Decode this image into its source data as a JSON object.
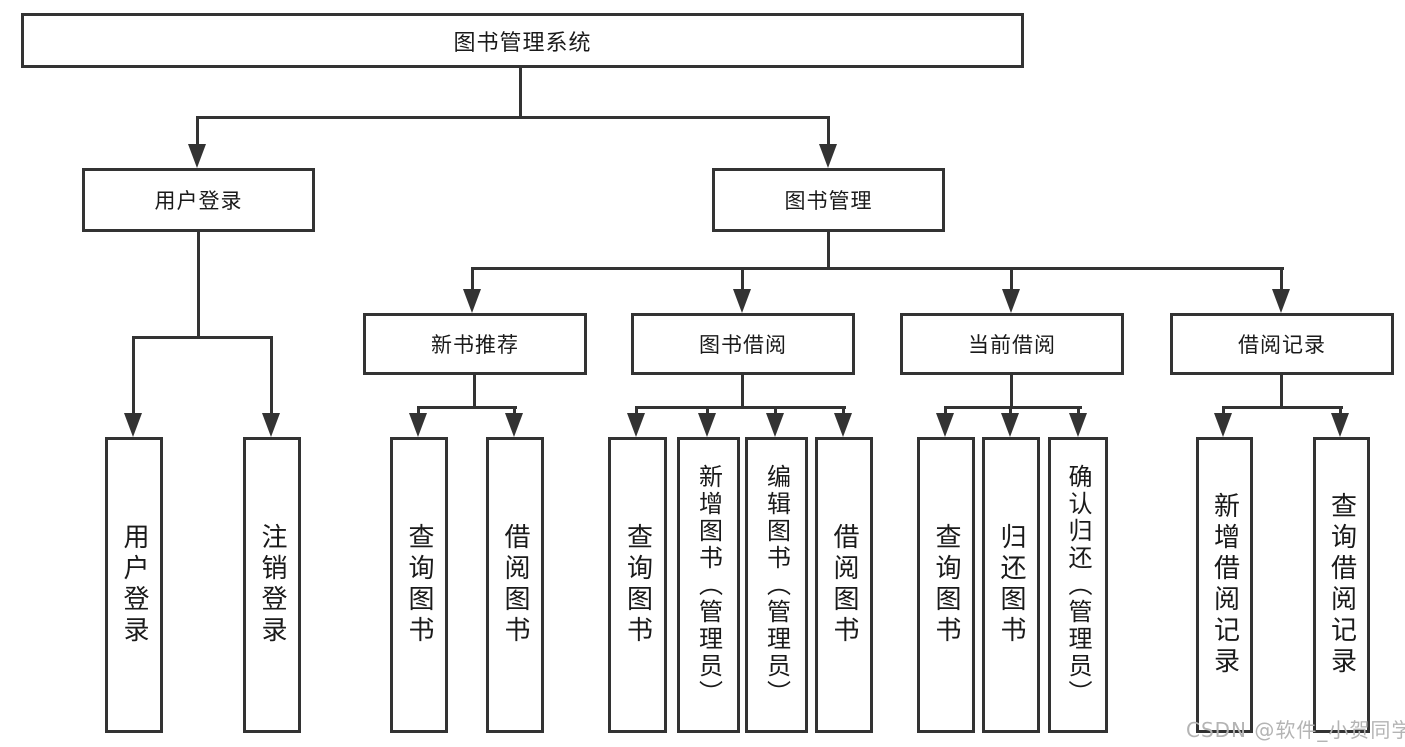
{
  "diagram": {
    "title": "图书管理系统",
    "branches": {
      "user_login": {
        "label": "用户登录",
        "children": [
          {
            "label": "用户登录"
          },
          {
            "label": "注销登录"
          }
        ]
      },
      "book_management": {
        "label": "图书管理",
        "children": [
          {
            "label": "新书推荐",
            "children": [
              {
                "label": "查询图书"
              },
              {
                "label": "借阅图书"
              }
            ]
          },
          {
            "label": "图书借阅",
            "children": [
              {
                "label": "查询图书"
              },
              {
                "label": "新增图书（管理员）"
              },
              {
                "label": "编辑图书（管理员）"
              },
              {
                "label": "借阅图书"
              }
            ]
          },
          {
            "label": "当前借阅",
            "children": [
              {
                "label": "查询图书"
              },
              {
                "label": "归还图书"
              },
              {
                "label": "确认归还（管理员）"
              }
            ]
          },
          {
            "label": "借阅记录",
            "children": [
              {
                "label": "新增借阅记录"
              },
              {
                "label": "查询借阅记录"
              }
            ]
          }
        ]
      }
    }
  },
  "watermark": {
    "text": "CSDN @软件_小贺同学"
  },
  "colors": {
    "line": "#333333",
    "box_border": "#333333",
    "text": "#1a1a1a",
    "watermark": "#b4b4b4",
    "background": "#ffffff"
  }
}
